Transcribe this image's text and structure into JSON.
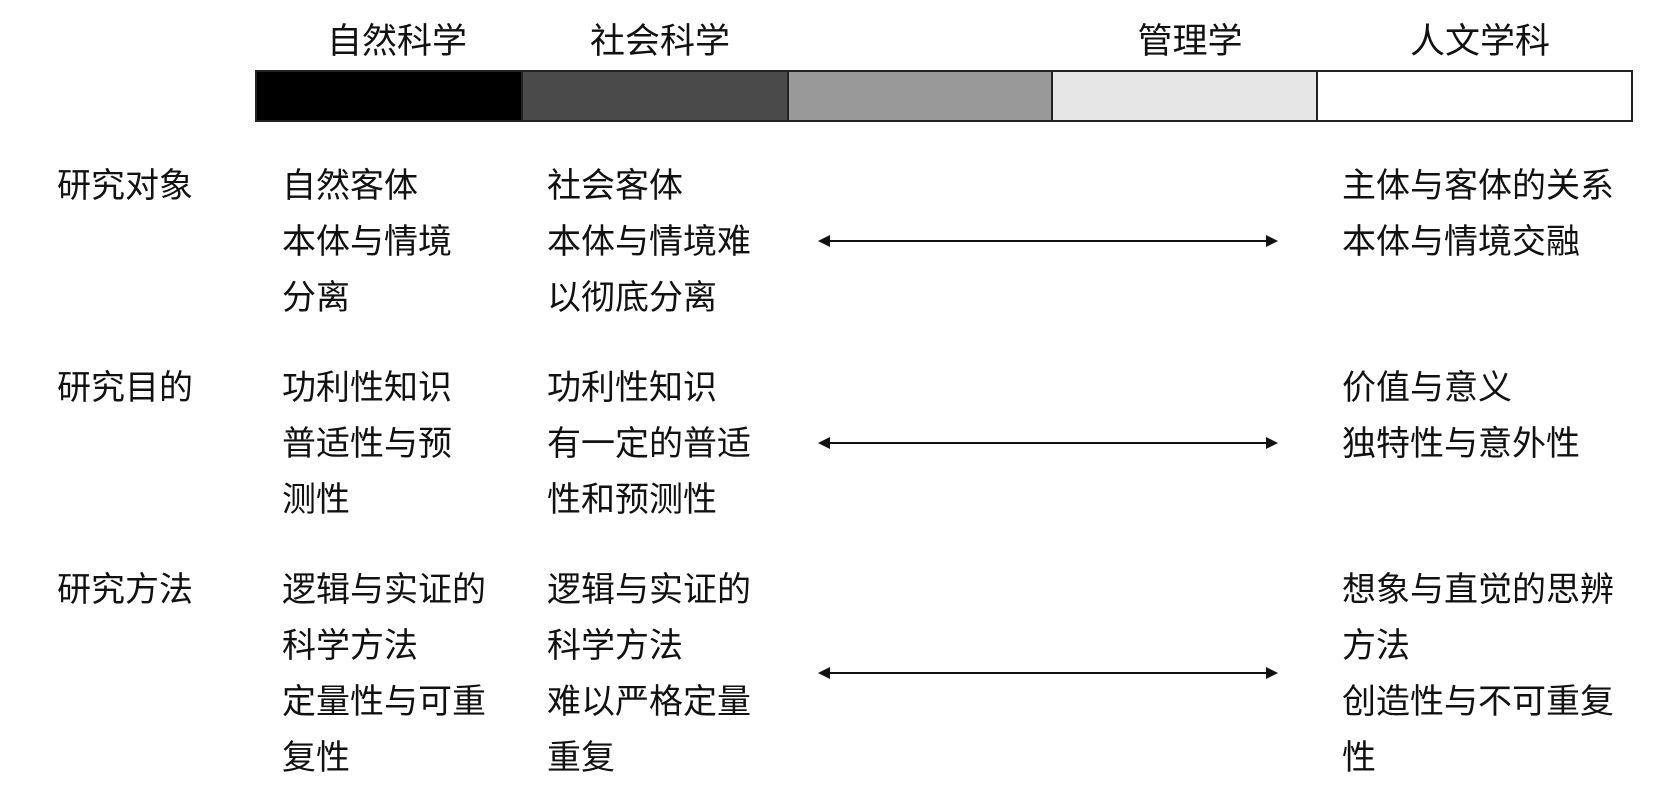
{
  "header": {
    "labels": [
      "自然科学",
      "社会科学",
      "管理学",
      "人文学科"
    ]
  },
  "spectrum": {
    "segments": [
      {
        "color": "#000000"
      },
      {
        "color": "#4a4a4a"
      },
      {
        "color": "#999999"
      },
      {
        "color": "#e6e6e6"
      },
      {
        "color": "#ffffff"
      }
    ]
  },
  "rows": [
    {
      "label": "研究对象",
      "natural": [
        "自然客体",
        "本体与情境",
        "分离"
      ],
      "social": [
        "社会客体",
        "本体与情境难",
        "以彻底分离"
      ],
      "humanities": [
        "主体与客体的关系",
        "本体与情境交融"
      ]
    },
    {
      "label": "研究目的",
      "natural": [
        "功利性知识",
        "普适性与预",
        "测性"
      ],
      "social": [
        "功利性知识",
        "有一定的普适",
        "性和预测性"
      ],
      "humanities": [
        "价值与意义",
        "独特性与意外性"
      ]
    },
    {
      "label": "研究方法",
      "natural": [
        "逻辑与实证的",
        "科学方法",
        "定量性与可重",
        "复性"
      ],
      "social": [
        "逻辑与实证的",
        "科学方法",
        "难以严格定量",
        "重复"
      ],
      "humanities": [
        "想象与直觉的思辨",
        "方法",
        "创造性与不可重复",
        "性"
      ]
    }
  ]
}
